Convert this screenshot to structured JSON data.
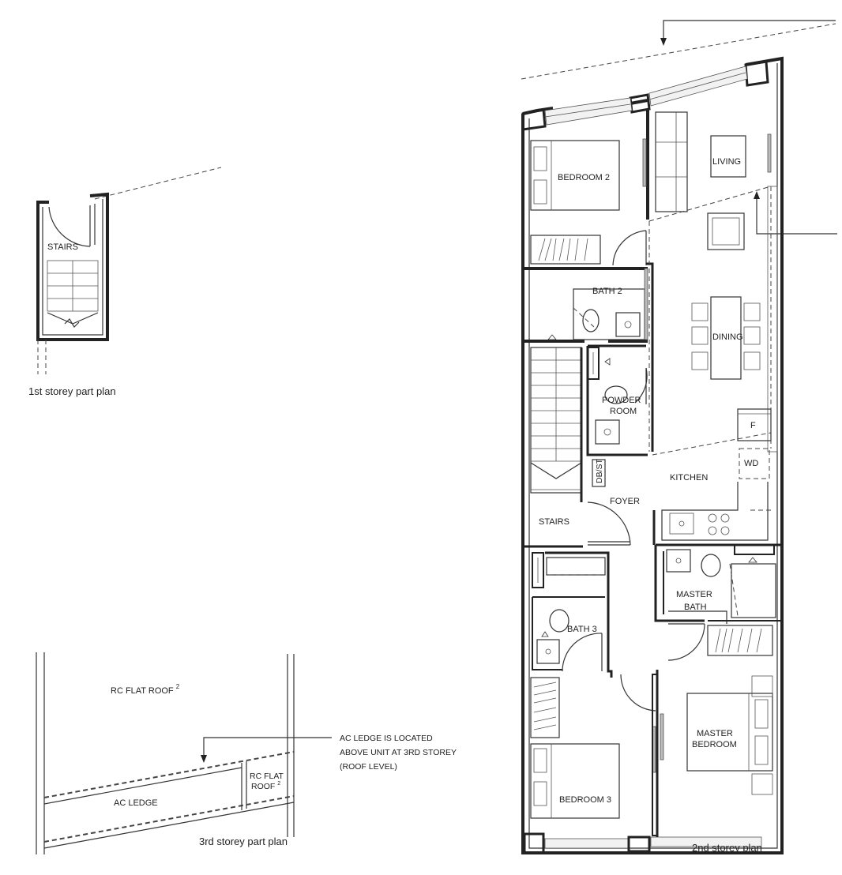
{
  "plan1": {
    "caption": "1st storey part plan",
    "stairs": "STAIRS"
  },
  "plan3": {
    "caption": "3rd storey part plan",
    "roof_main": "RC FLAT ROOF",
    "roof_main_sup": "2",
    "ac_ledge": "AC LEDGE",
    "roof_small_line1": "RC FLAT",
    "roof_small_line2": "ROOF",
    "roof_small_sup": "2",
    "note_line1": "AC LEDGE IS LOCATED",
    "note_line2": "ABOVE UNIT AT 3RD STOREY",
    "note_line3": "(ROOF LEVEL)"
  },
  "plan2": {
    "caption": "2nd storey plan",
    "rooms": {
      "bedroom2": "BEDROOM 2",
      "living": "LIVING",
      "bath2": "BATH 2",
      "dining": "DINING",
      "powder_line1": "POWDER",
      "powder_line2": "ROOM",
      "fridge": "F",
      "wd": "WD",
      "dbst": "DB/ST",
      "kitchen": "KITCHEN",
      "foyer": "FOYER",
      "stairs": "STAIRS",
      "master_bath_line1": "MASTER",
      "master_bath_line2": "BATH",
      "bath3": "BATH 3",
      "master_bed_line1": "MASTER",
      "master_bed_line2": "BEDROOM",
      "bedroom3": "BEDROOM 3"
    }
  }
}
